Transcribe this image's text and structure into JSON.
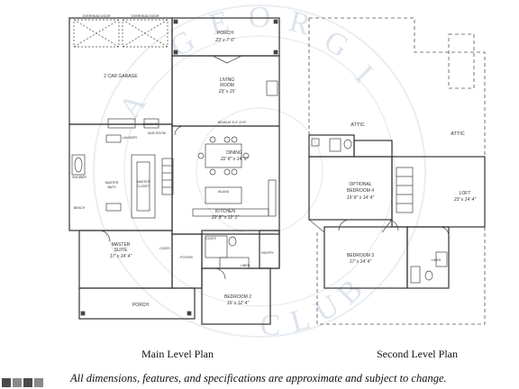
{
  "watermark": {
    "letters": [
      "G",
      "E",
      "O",
      "R",
      "G",
      "I",
      "A",
      "C",
      "L",
      "U",
      "B"
    ]
  },
  "main_level": {
    "caption": "Main Level Plan",
    "rooms": {
      "overhead_door_1": "OVERHEAD DOOR",
      "overhead_door_2": "OVERHEAD DOOR",
      "garage": "2 CAR GARAGE",
      "porch_top_name": "PORCH",
      "porch_top_dim": "23' x 7' 6\"",
      "living_name": "LIVING",
      "living_name2": "ROOM",
      "living_dim": "23' x 15'",
      "lockers": "LOCKERS",
      "mud_room": "MUD ROOM",
      "beam": "BEAM AT 8'-0\" A.F.F.",
      "laundry": "LAUNDRY",
      "shower": "SHOWER",
      "master_bath_1": "MASTER",
      "master_bath_2": "BATH",
      "master_closet_1": "MASTER",
      "master_closet_2": "CLOSET",
      "dining_name": "DINING",
      "dining_dim": "22' 8\" x 14' 5\"",
      "island": "ISLAND",
      "kitchen_name": "KITCHEN",
      "kitchen_dim": "22' 8\" x 12' 1\"",
      "bench": "BENCH",
      "master_suite_1": "MASTER",
      "master_suite_2": "SUITE",
      "master_suite_dim": "17' x 14' 4\"",
      "coats": "COATS",
      "coats2": "COATS",
      "foyer": "FOYER",
      "linen": "LINEN",
      "pantry": "PANTRY",
      "bedroom2_name": "BEDROOM 2",
      "bedroom2_dim": "15' x 12' 4\"",
      "porch_bottom": "PORCH"
    }
  },
  "second_level": {
    "caption": "Second Level Plan",
    "rooms": {
      "attic_left": "ATTIC",
      "attic_right": "ATTIC",
      "optional_1": "OPTIONAL",
      "optional_2": "BEDROOM 4",
      "optional_dim": "19' 8\" x 14' 4\"",
      "loft_name": "LOFT",
      "loft_dim": "23' x 14' 4\"",
      "bedroom3_name": "BEDROOM 3",
      "bedroom3_dim": "17' x 14' 4\"",
      "linen2": "LINEN"
    }
  },
  "disclaimer": "All dimensions, features, and specifications are approximate and subject to change."
}
